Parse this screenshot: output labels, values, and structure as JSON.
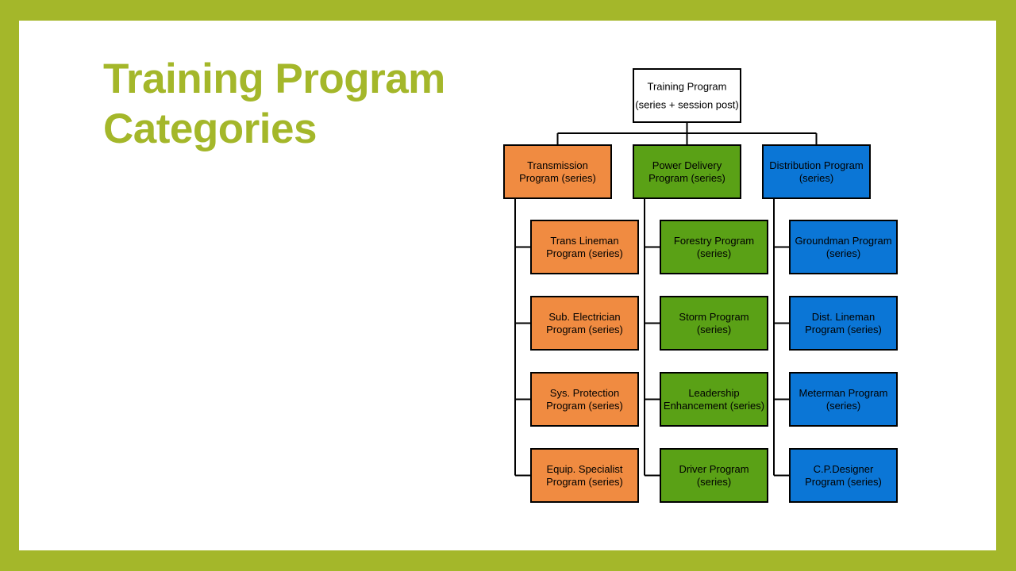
{
  "slide": {
    "title_lines": [
      "Training Program",
      "Categories"
    ]
  },
  "colors": {
    "frame": "#a4b72a",
    "title": "#a4b72a",
    "transmission": "#f08b41",
    "power_delivery": "#5aa116",
    "distribution": "#0b76d6",
    "root": "#ffffff"
  },
  "diagram": {
    "root": {
      "lines": [
        "Training Program",
        "(series + session post)"
      ]
    },
    "categories": [
      {
        "key": "transmission",
        "lines": [
          "Transmission",
          "Program (series)"
        ],
        "children": [
          [
            "Trans Lineman",
            "Program (series)"
          ],
          [
            "Sub. Electrician",
            "Program (series)"
          ],
          [
            "Sys. Protection",
            "Program (series)"
          ],
          [
            "Equip. Specialist",
            "Program (series)"
          ]
        ]
      },
      {
        "key": "power_delivery",
        "lines": [
          "Power Delivery",
          "Program (series)"
        ],
        "children": [
          [
            "Forestry Program",
            "(series)"
          ],
          [
            "Storm Program",
            "(series)"
          ],
          [
            "Leadership",
            "Enhancement (series)"
          ],
          [
            "Driver Program",
            "(series)"
          ]
        ]
      },
      {
        "key": "distribution",
        "lines": [
          "Distribution Program",
          "(series)"
        ],
        "children": [
          [
            "Groundman Program",
            "(series)"
          ],
          [
            "Dist. Lineman",
            "Program (series)"
          ],
          [
            "Meterman Program",
            "(series)"
          ],
          [
            "C.P.Designer",
            "Program (series)"
          ]
        ]
      }
    ]
  }
}
